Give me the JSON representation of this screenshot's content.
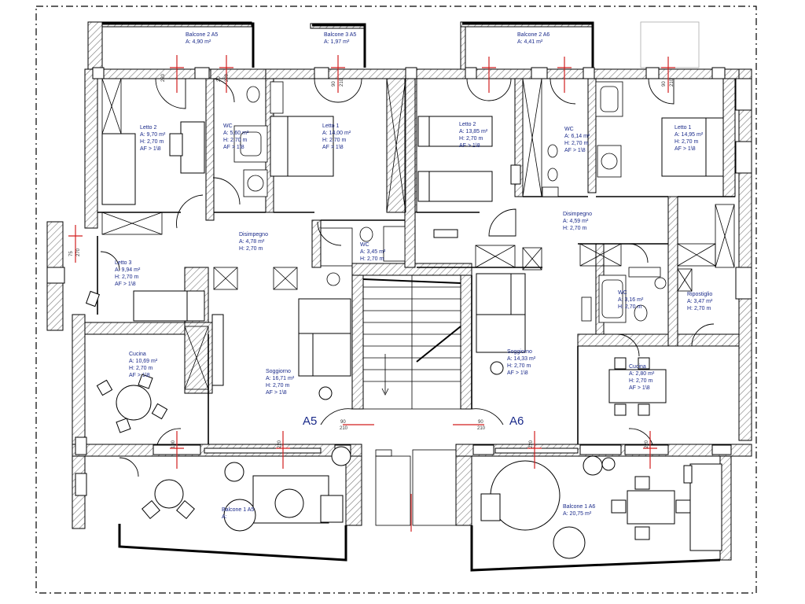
{
  "colors": {
    "wall": "#000000",
    "hatch": "#7a7a7a",
    "label": "#1a2a8a",
    "marker": "#d21f1f",
    "background": "#ffffff"
  },
  "apartments": [
    {
      "label": "A5"
    },
    {
      "label": "A6"
    }
  ],
  "rooms": [
    {
      "id": "balcone2a5",
      "lines": [
        "Balcone 2 A5",
        "A: 4,90 m²"
      ]
    },
    {
      "id": "balcone3a5",
      "lines": [
        "Balcone 3 A5",
        "A: 1,97 m²"
      ]
    },
    {
      "id": "balcone2a6",
      "lines": [
        "Balcone 2 A6",
        "A: 4,41 m²"
      ]
    },
    {
      "id": "letto2a",
      "lines": [
        "Letto 2",
        "A: 9,70 m²",
        "H: 2,70 m",
        "AF > 1\\8"
      ]
    },
    {
      "id": "wc1",
      "lines": [
        "WC",
        "A: 5,60 m²",
        "H: 2,70 m",
        "AF > 1\\8"
      ]
    },
    {
      "id": "letto1a",
      "lines": [
        "Letto 1",
        "A: 14,00 m²",
        "H: 2,70 m",
        "AF > 1\\8"
      ]
    },
    {
      "id": "letto2b",
      "lines": [
        "Letto 2",
        "A: 13,85 m²",
        "H: 2,70 m",
        "AF > 1\\8"
      ]
    },
    {
      "id": "wc2",
      "lines": [
        "WC",
        "A: 6,14 m²",
        "H: 2,70 m",
        "AF > 1\\8"
      ]
    },
    {
      "id": "letto1b",
      "lines": [
        "Letto 1",
        "A: 14,95 m²",
        "H: 2,70 m",
        "AF > 1\\8"
      ]
    },
    {
      "id": "disimpegno1",
      "lines": [
        "Disimpegno",
        "A: 4,78 m²",
        "H: 2,70 m"
      ]
    },
    {
      "id": "wc3",
      "lines": [
        "WC",
        "A: 3,45 m²",
        "H: 2,70 m"
      ]
    },
    {
      "id": "disimpegno2",
      "lines": [
        "Disimpegno",
        "A: 4,59 m²",
        "H: 2,70 m"
      ]
    },
    {
      "id": "letto3",
      "lines": [
        "Letto 3",
        "A: 9,94 m²",
        "H: 2,70 m",
        "AF > 1\\8"
      ]
    },
    {
      "id": "wc4",
      "lines": [
        "WC",
        "A: 3,16 m²",
        "H: 2,70 m"
      ]
    },
    {
      "id": "ripostiglio",
      "lines": [
        "Ripostiglio",
        "A: 3,47 m²",
        "H: 2,70 m"
      ]
    },
    {
      "id": "cucina1",
      "lines": [
        "Cucina",
        "A: 10,69 m²",
        "H: 2,70 m",
        "AF > 1\\8"
      ]
    },
    {
      "id": "soggiorno1",
      "lines": [
        "Soggiorno",
        "A: 16,71 m²",
        "H: 2,70 m",
        "AF > 1\\8"
      ]
    },
    {
      "id": "soggiorno2",
      "lines": [
        "Soggiorno",
        "A: 14,33 m²",
        "H: 2,70 m",
        "AF > 1\\8"
      ]
    },
    {
      "id": "cucina2",
      "lines": [
        "Cucina",
        "A: 2,80 m²",
        "H: 2,70 m",
        "AF > 1\\8"
      ]
    },
    {
      "id": "balcone1a5",
      "lines": [
        "Balcone 1 A5",
        "A:"
      ]
    },
    {
      "id": "balcone1a6",
      "lines": [
        "Balcone 1 A6",
        "A: 20,75 m²"
      ]
    }
  ],
  "dimensions": {
    "d_220": "220",
    "d_20": "20",
    "d_90": "90",
    "d_210": "210",
    "d_270": "270",
    "d_75": "75",
    "d_100": "100"
  }
}
